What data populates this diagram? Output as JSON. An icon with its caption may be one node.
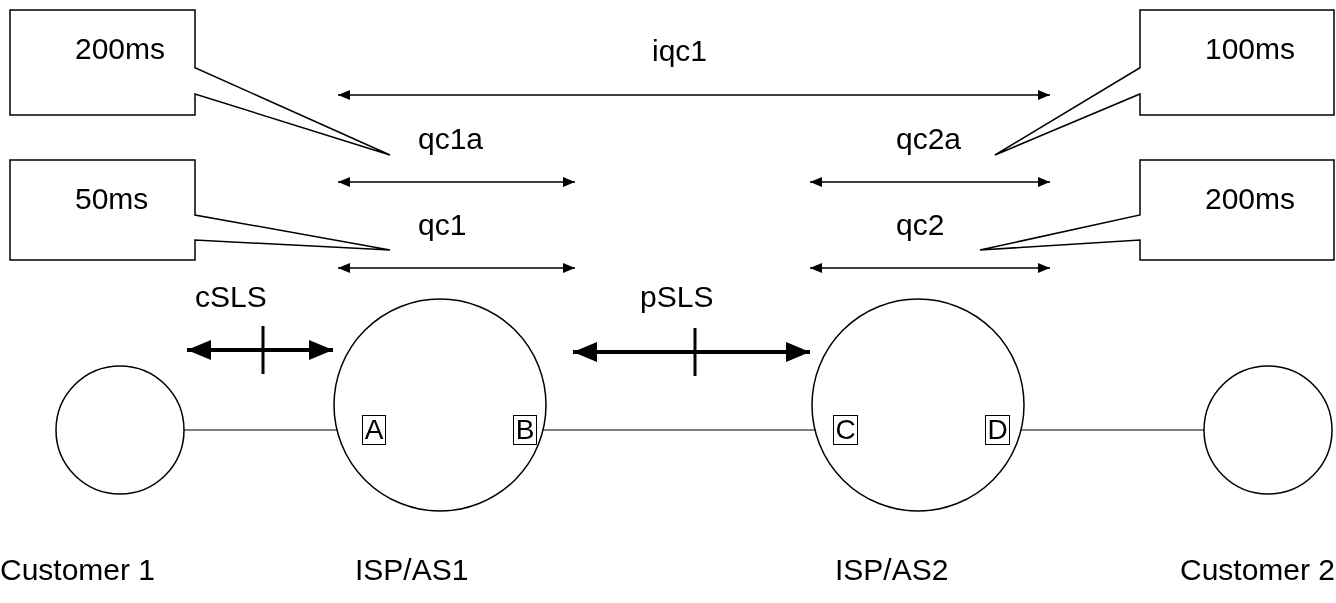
{
  "diagram": {
    "nodes": [
      {
        "text": [
          "Customer 1"
        ]
      },
      {
        "text": [
          "ISP/AS1"
        ]
      },
      {
        "text": [
          "A"
        ],
        "in": 1
      },
      {
        "text": [
          "B"
        ],
        "in": 1
      },
      {
        "text": [
          "ISP/AS2"
        ]
      },
      {
        "text": [
          "C"
        ],
        "in": 4
      },
      {
        "text": [
          "D"
        ],
        "in": 4
      },
      {
        "text": [
          "Customer 2"
        ]
      },
      {
        "text": [
          "200ms"
        ]
      },
      {
        "text": [
          "50ms"
        ]
      },
      {
        "text": [
          "100ms"
        ]
      },
      {
        "text": [
          "200ms"
        ]
      }
    ],
    "edges": [
      {
        "from": 0,
        "to": 2,
        "arrow": "none"
      },
      {
        "from": 3,
        "to": 5,
        "arrow": "none"
      },
      {
        "from": 6,
        "to": 7,
        "arrow": "none"
      }
    ],
    "labels": [
      "iqc1",
      "qc1a",
      "qc2a",
      "qc1",
      "qc2",
      "cSLS",
      "pSLS"
    ]
  }
}
